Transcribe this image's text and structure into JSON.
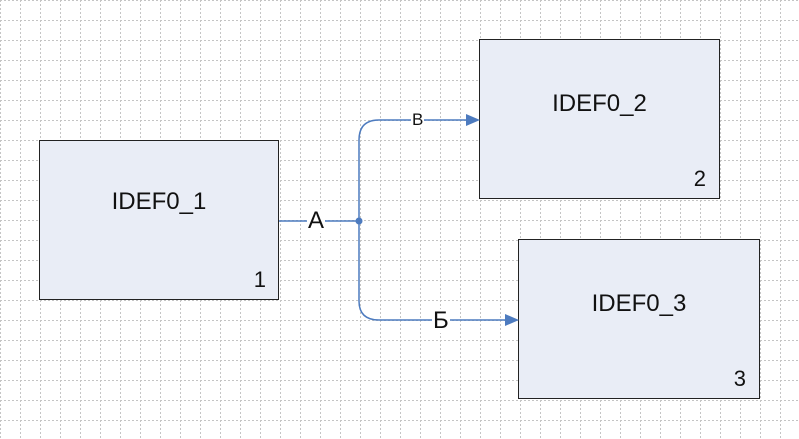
{
  "diagram": {
    "boxes": [
      {
        "name": "IDEF0_1",
        "number": "1"
      },
      {
        "name": "IDEF0_2",
        "number": "2"
      },
      {
        "name": "IDEF0_3",
        "number": "3"
      }
    ],
    "arrows": {
      "a_label": "А",
      "b_label": "Б",
      "v_label": "В"
    },
    "colors": {
      "box_fill": "#e9edf6",
      "box_border": "#222222",
      "arrow": "#4d7bbf",
      "grid": "#c4c4c4"
    }
  }
}
